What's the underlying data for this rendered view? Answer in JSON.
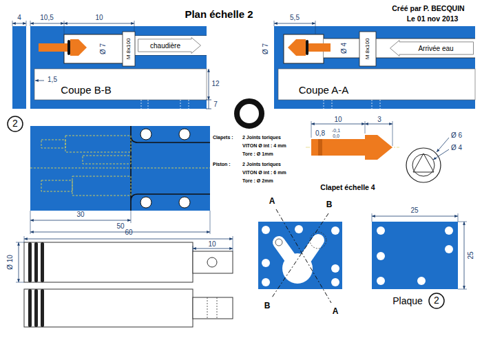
{
  "diagram": {
    "title": "Plan échelle 2",
    "nodes": [
      {
        "text": [
          "chaudière"
        ]
      },
      {
        "text": [
          "Arrivée eau"
        ]
      },
      {
        "text": [
          "2"
        ]
      },
      {
        "text": [
          "2"
        ]
      }
    ],
    "labels": [
      "Créé par P. BECQUIN",
      "Le 01 nov 2013",
      "4",
      "10,5",
      "10",
      "Ø 7",
      "M 8x100",
      "1,5",
      "Coupe B-B",
      "12",
      "7",
      "5,5",
      "Ø 7",
      "Ø 4",
      "M 8x100",
      "Coupe A-A",
      "30",
      "50",
      "Clapets :",
      "2 Joints toriques",
      "VITON Ø int : 4 mm",
      "Tore : Ø 1mm",
      "Piston :",
      "2 Joints toriques",
      "VITON Ø int : 6 mm",
      "Tore : Ø 2mm",
      "10",
      "3",
      "0,8",
      "-0,1",
      "0,0",
      "Ø 6",
      "Ø 4",
      "Clapet échelle 4",
      "60",
      "10",
      "Ø 10",
      "A",
      "B",
      "B",
      "A",
      "25",
      "25",
      "Plaque"
    ]
  }
}
